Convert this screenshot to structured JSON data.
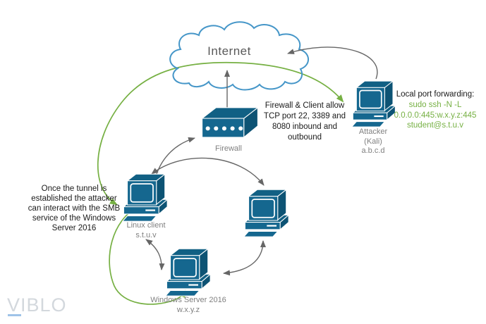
{
  "nodes": {
    "internet": {
      "label": "Internet"
    },
    "firewall": {
      "label": "Firewall"
    },
    "attacker": {
      "label": "Attacker\n(Kali)\na.b.c.d"
    },
    "linux_client": {
      "label": "Linux client\ns.t.u.v"
    },
    "windows_server": {
      "label": "Windows Server 2016\nw.x.y.z"
    }
  },
  "annotations": {
    "firewall_note": "Firewall & Client allow\nTCP port 22, 3389 and\n8080 inbound and\noutbound",
    "port_forwarding_title": "Local port forwarding:",
    "port_forwarding_command": "sudo ssh -N -L\n0.0.0.0:445:w.x.y.z:445\nstudent@s.t.u.v",
    "tunnel_note": "Once the tunnel is\nestablished the attacker\ncan interact with the SMB\nservice of the Windows\nServer 2016"
  },
  "watermark": {
    "text": "VIBLO"
  },
  "icons": {
    "internet": "internet-cloud-icon",
    "firewall": "firewall-box-icon",
    "computers": "desktop-computer-icon"
  },
  "colors": {
    "device_teal": "#15678f",
    "device_teal_top": "#116084",
    "device_teal_side": "#0d5374",
    "cloud_blue": "#4596c8",
    "arrow_gray": "#666666",
    "tunnel_green": "#76b043",
    "label_gray": "#808080",
    "note_black": "#1a1a1a",
    "watermark_gray": "#d3d8dd",
    "watermark_blue": "#9fc3e8"
  }
}
